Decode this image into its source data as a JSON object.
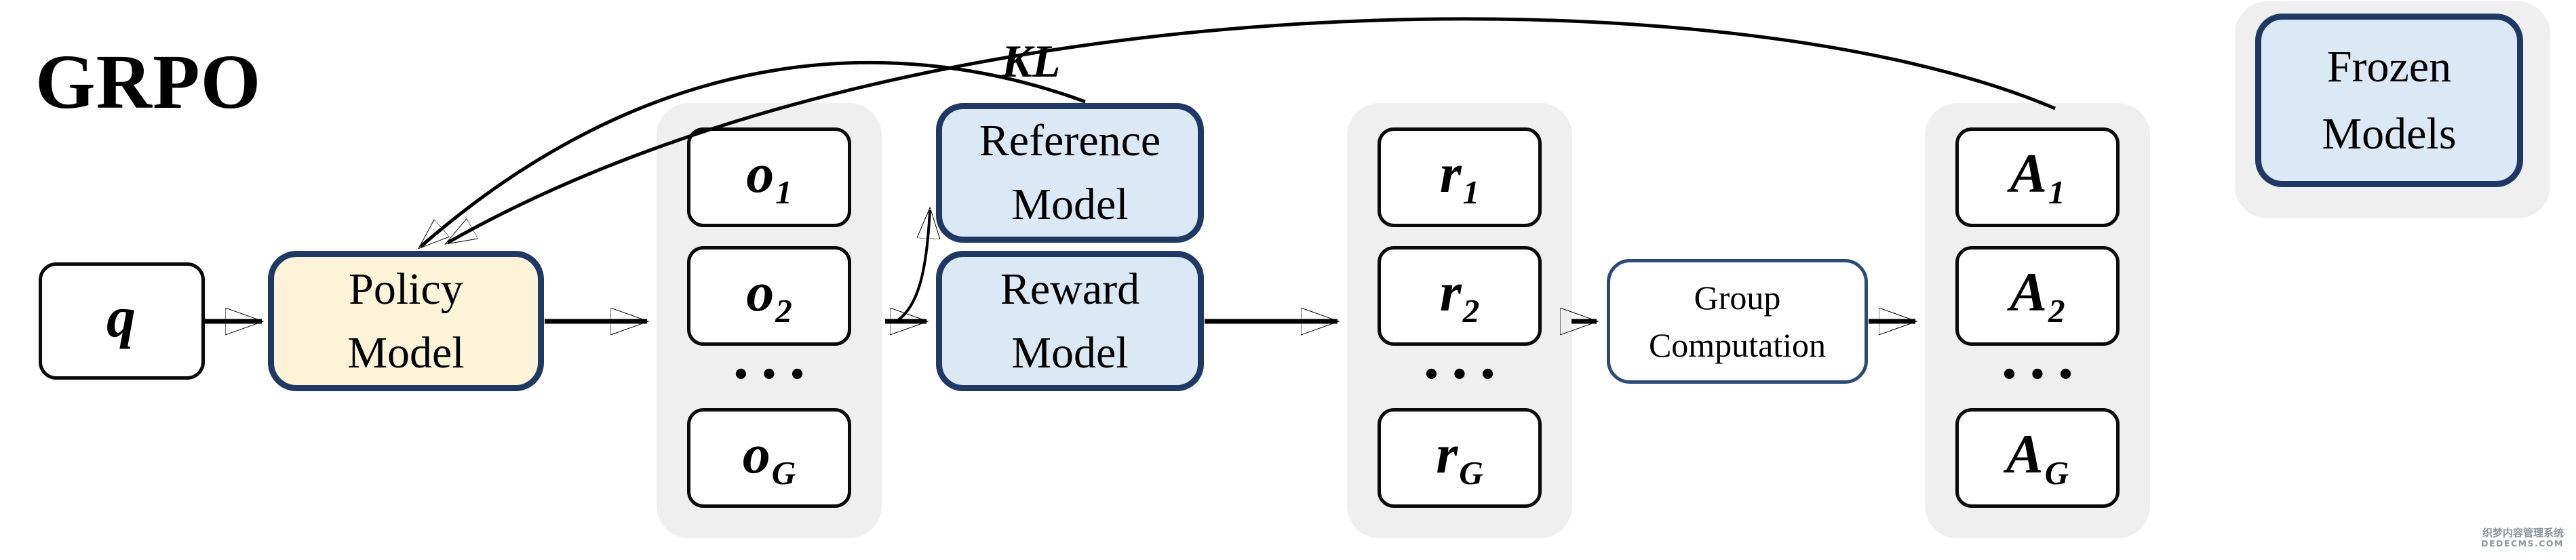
{
  "title": "GRPO",
  "labels": {
    "kl": "KL"
  },
  "nodes": {
    "query": {
      "base": "q",
      "sub": ""
    },
    "policy": {
      "line1": "Policy",
      "line2": "Model"
    },
    "reference": {
      "line1": "Reference",
      "line2": "Model"
    },
    "reward": {
      "line1": "Reward",
      "line2": "Model"
    },
    "group_computation": {
      "line1": "Group",
      "line2": "Computation"
    }
  },
  "columns": {
    "outputs": {
      "ellipsis": "•••",
      "items": [
        {
          "base": "o",
          "sub": "1"
        },
        {
          "base": "o",
          "sub": "2"
        },
        {
          "base": "o",
          "sub": "G"
        }
      ]
    },
    "rewards": {
      "ellipsis": "•••",
      "items": [
        {
          "base": "r",
          "sub": "1"
        },
        {
          "base": "r",
          "sub": "2"
        },
        {
          "base": "r",
          "sub": "G"
        }
      ]
    },
    "advantages": {
      "ellipsis": "•••",
      "items": [
        {
          "base": "A",
          "sub": "1"
        },
        {
          "base": "A",
          "sub": "2"
        },
        {
          "base": "A",
          "sub": "G"
        }
      ]
    }
  },
  "legend": {
    "line1": "Frozen",
    "line2": "Models"
  },
  "watermark": {
    "line1": "织梦内容管理系统",
    "line2": "DEDECMS.COM"
  },
  "colors": {
    "navy": "#1f3864",
    "frozen_fill": "#dbe8f6",
    "policy_fill": "#fcf3d9",
    "column_bg": "#efefef",
    "ink": "#000000",
    "watermark_gray": "#8f969c"
  }
}
